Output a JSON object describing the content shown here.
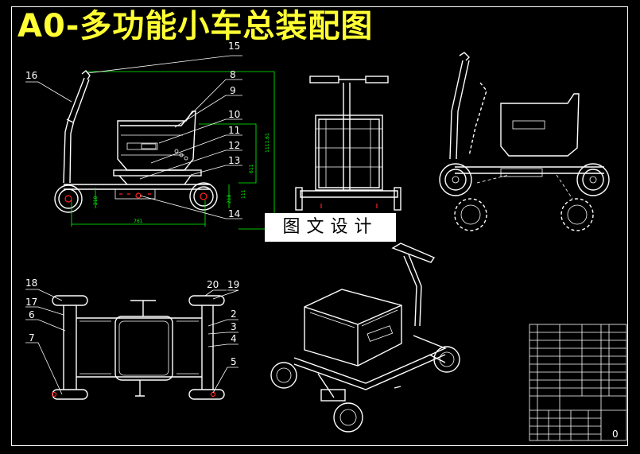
{
  "drawing": {
    "title": "A0-多功能小车总装配图",
    "watermark": "图文设计",
    "colors": {
      "background": "#000000",
      "title": "#ffff33",
      "lines": "#ffffff",
      "dimensions": "#00ff00",
      "markers": "#ff2020",
      "watermark_bg": "#ffffff"
    }
  },
  "callouts": {
    "c15": "15",
    "c16": "16",
    "c8": "8",
    "c9": "9",
    "c10": "10",
    "c11": "11",
    "c12": "12",
    "c13": "13",
    "c14": "14",
    "c18": "18",
    "c17": "17",
    "c6": "6",
    "c7": "7",
    "c20": "20",
    "c19": "19",
    "c2": "2",
    "c3": "3",
    "c4": "4",
    "c5": "5"
  },
  "dimensions": {
    "d1": "761",
    "d2": "218",
    "d3": "218",
    "d4": "111",
    "d5": "611",
    "d6": "1111.61"
  },
  "title_block": {
    "scale_mark": "0"
  }
}
